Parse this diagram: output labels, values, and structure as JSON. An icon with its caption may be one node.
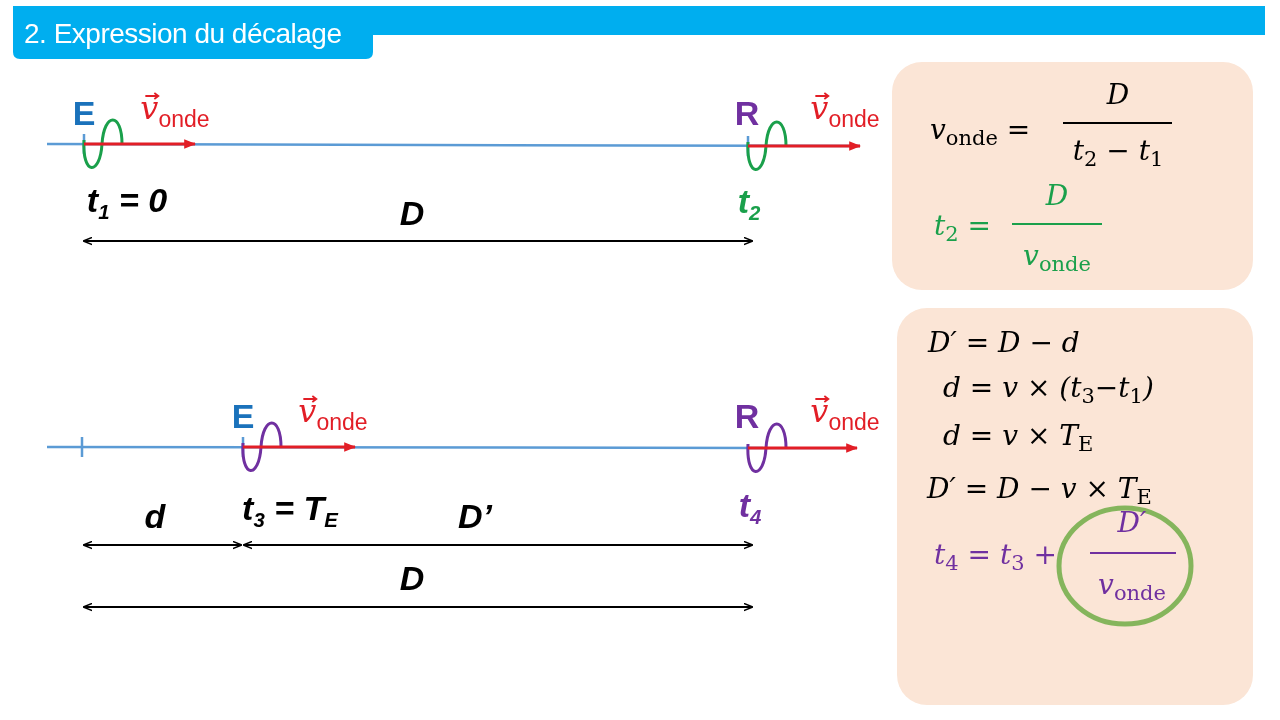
{
  "diagram": {
    "title": "2. Expression du décalage",
    "nodes": [
      {
        "text": [
          "v$_{onde}$ =",
          "D",
          "t$_{2}$ − t$_{1}$",
          "t$_{2}$ =",
          "D",
          "v$_{onde}$"
        ]
      },
      {
        "text": [
          "D′ = D − d",
          "d = v × (t$_{3}$−t$_{1}$)",
          "d = v × T$_{E}$",
          "D′ = D − v × T$_{E}$",
          "t$_{4}$ = t$_{3}$ +",
          "D′",
          "v$_{onde}$"
        ]
      }
    ],
    "labels": [
      "E",
      "v$_{onde}$",
      "R",
      "v$_{onde}$",
      "t$_{1}$ = 0",
      "D",
      "t$_{2}$",
      "E",
      "v$_{onde}$",
      "R",
      "v$_{onde}$",
      "d",
      "t$_{3}$ = T$_{E}$",
      "D’",
      "t$_{4}$",
      "D"
    ]
  }
}
